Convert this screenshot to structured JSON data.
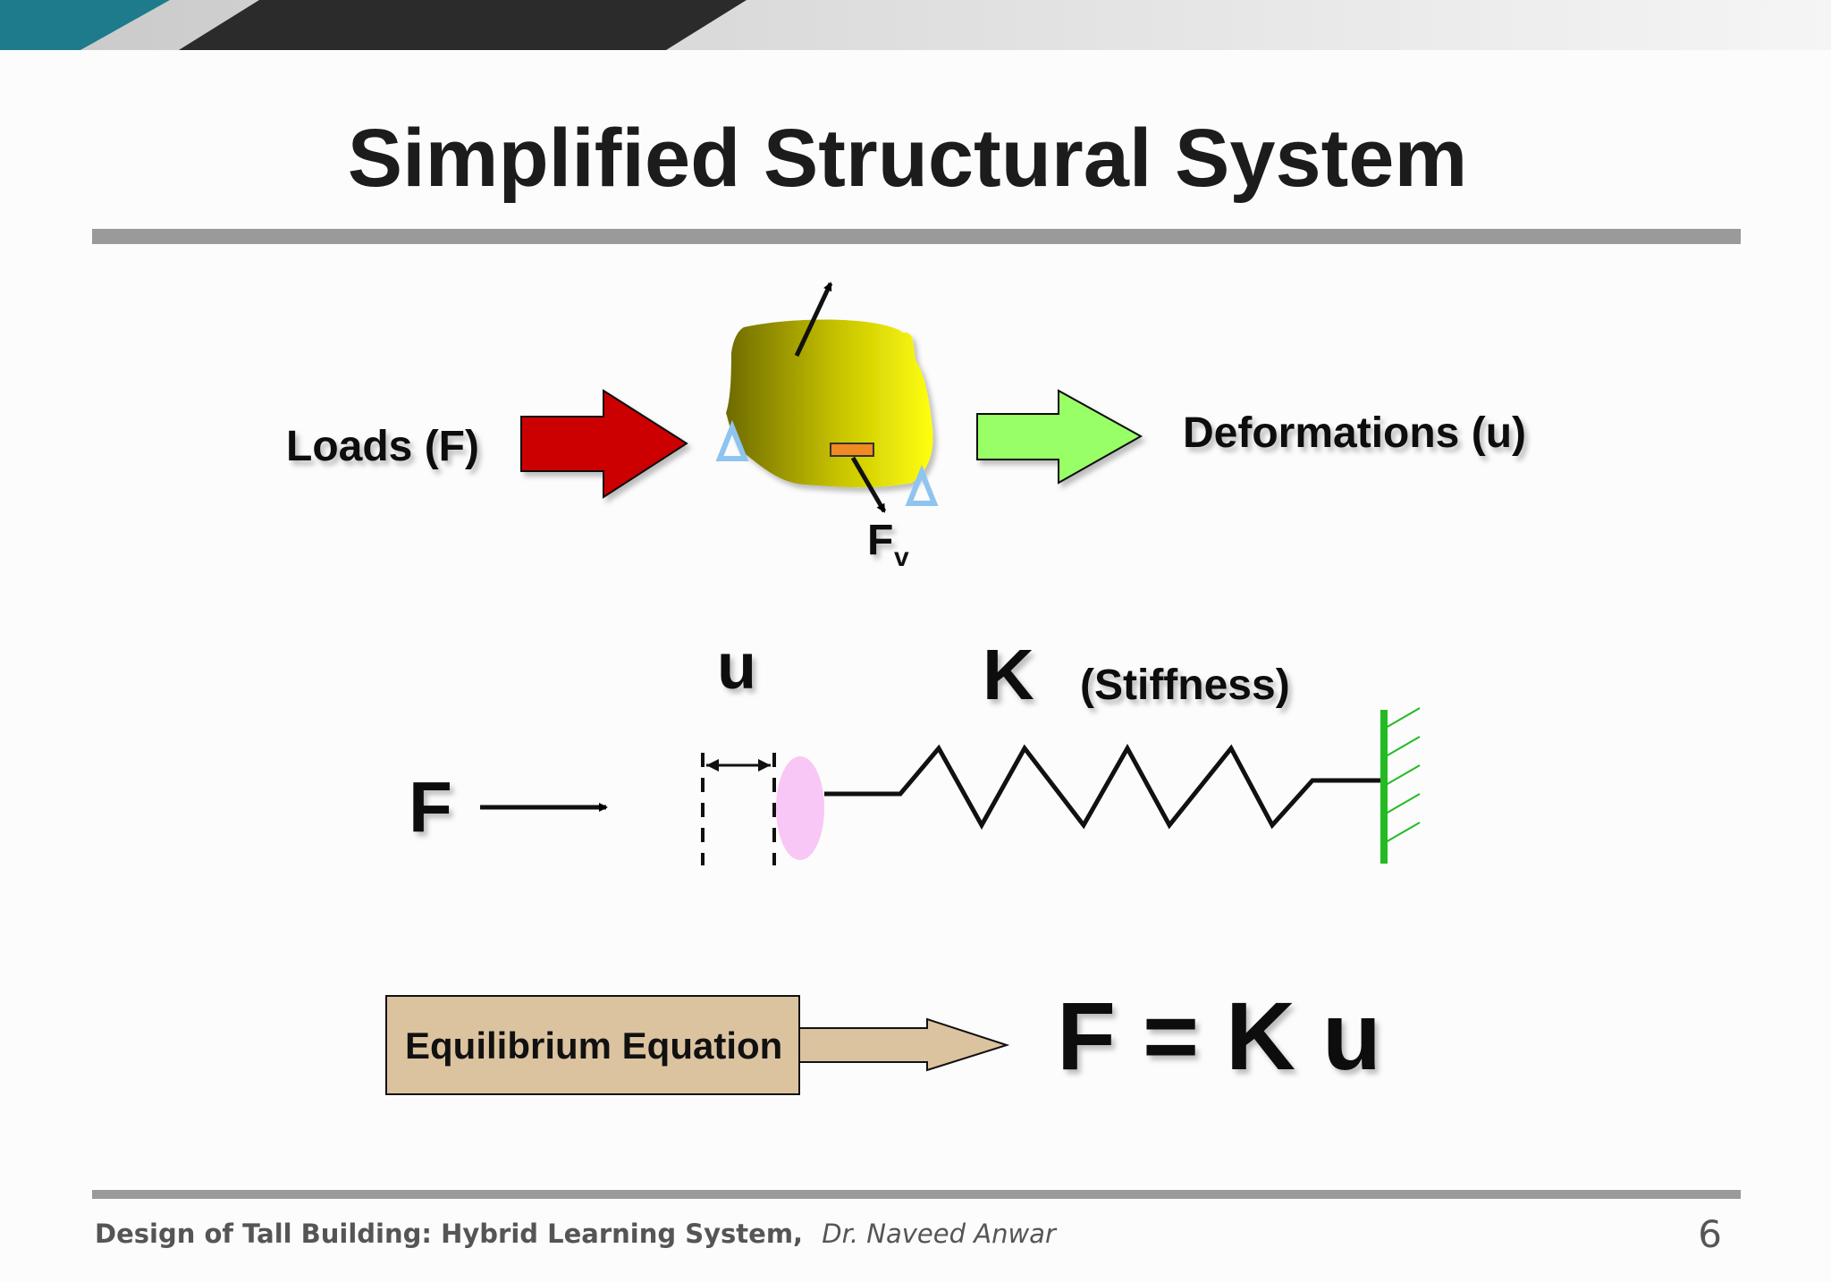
{
  "slide": {
    "title": "Simplified Structural System",
    "page_number": "6"
  },
  "diagram": {
    "loads_label": "Loads (F)",
    "deformations_label": "Deformations (u)",
    "fv_label": "F",
    "fv_subscript": "v",
    "u_label": "u",
    "k_label": "K",
    "stiffness_label": "(Stiffness)",
    "f_label": "F",
    "equation_box_label": "Equilibrium Equation",
    "equation": "F = K u"
  },
  "footer": {
    "course": "Design of Tall Building: Hybrid Learning System,",
    "author": "Dr. Naveed Anwar"
  },
  "colors": {
    "load_arrow": "#cc0000",
    "deformation_arrow": "#99ff66",
    "support": "#8ec4f0",
    "wall": "#22bb22",
    "mass": "#f9c7f5",
    "box": "#dcc39f"
  }
}
